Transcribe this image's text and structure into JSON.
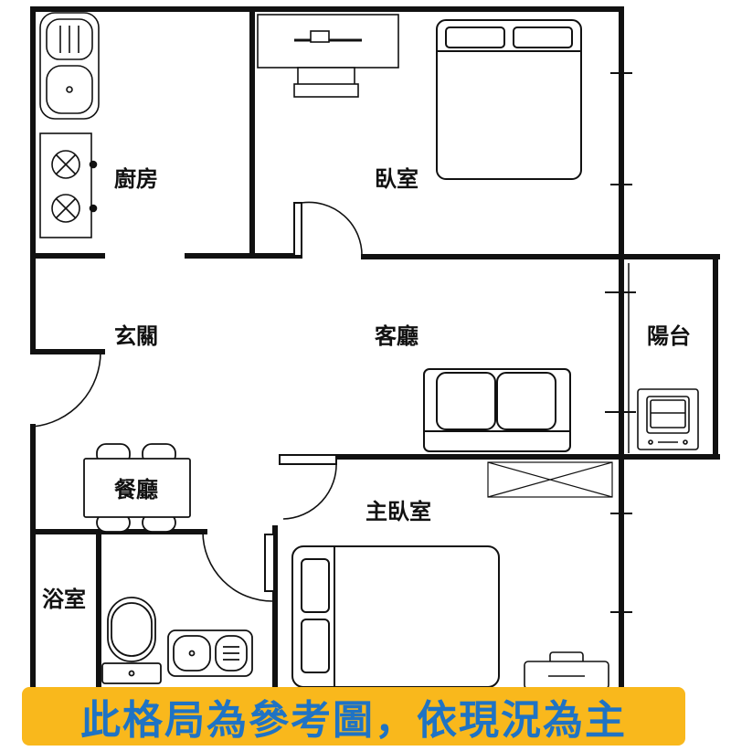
{
  "rooms": {
    "kitchen": "廚房",
    "bedroom": "臥室",
    "entrance": "玄關",
    "living_room": "客廳",
    "balcony": "陽台",
    "dining_room": "餐廳",
    "master_bedroom": "主臥室",
    "bathroom": "浴室"
  },
  "banner": {
    "text": "此格局為參考圖，依現況為主"
  },
  "colors": {
    "wall": "#111111",
    "banner_bg": "#f9b81c",
    "banner_text": "#1f73c4"
  }
}
